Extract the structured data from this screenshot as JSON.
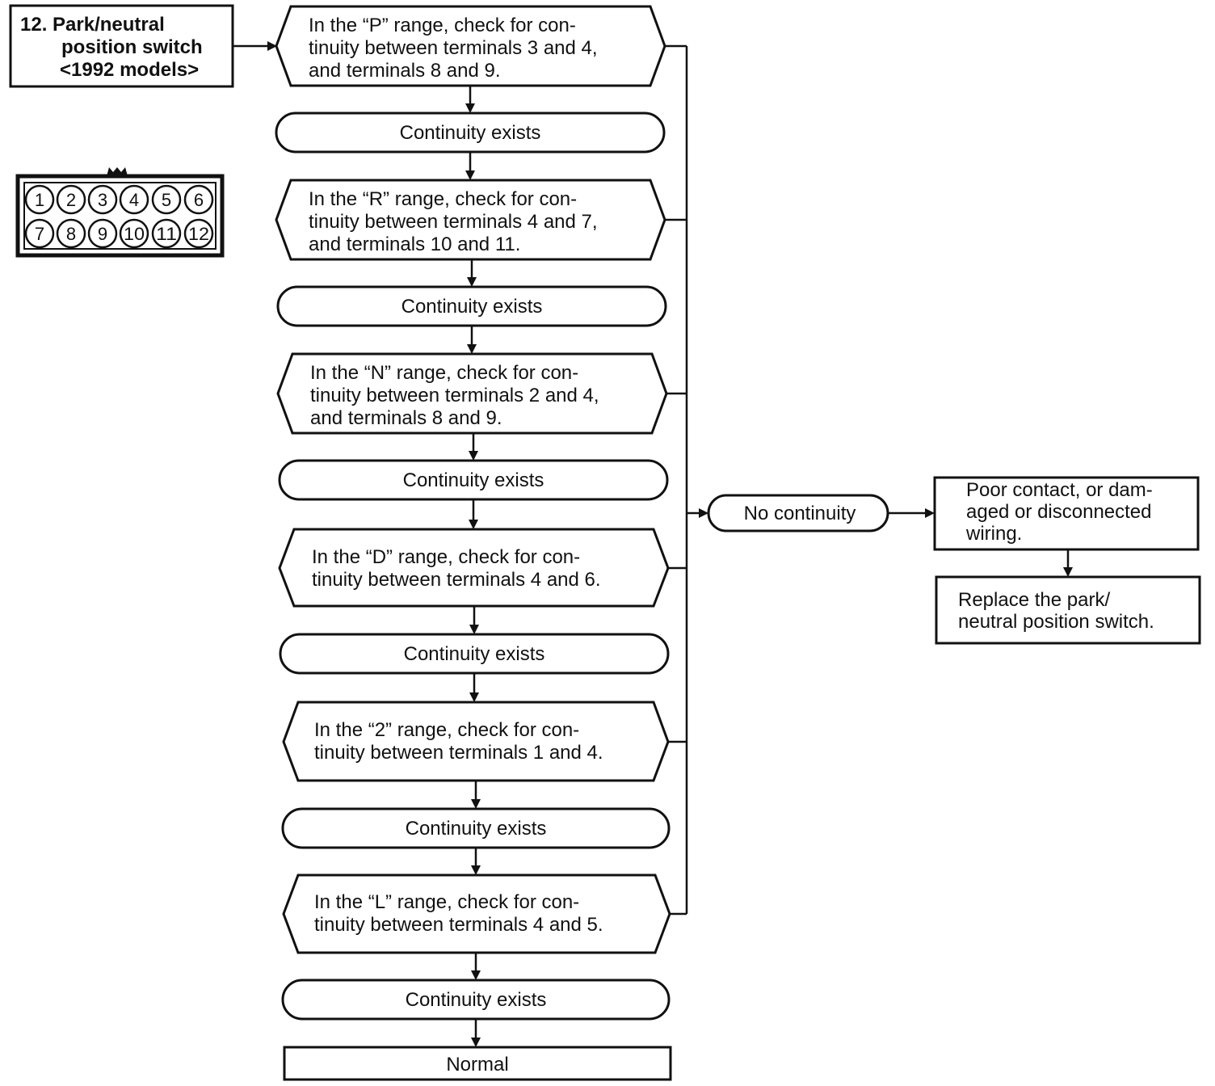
{
  "title": {
    "lines": [
      "12. Park/neutral",
      "position switch",
      "<1992 models>"
    ]
  },
  "connector": {
    "terminals": [
      "1",
      "2",
      "3",
      "4",
      "5",
      "6",
      "7",
      "8",
      "9",
      "10",
      "11",
      "12"
    ]
  },
  "steps": [
    {
      "check": [
        "In the “P” range, check for con-",
        "tinuity between terminals 3 and 4,",
        "and terminals 8 and 9."
      ],
      "result": "Continuity exists"
    },
    {
      "check": [
        "In the “R” range, check for con-",
        "tinuity between terminals 4 and 7,",
        "and terminals 10 and 11."
      ],
      "result": "Continuity exists"
    },
    {
      "check": [
        "In the “N” range, check for con-",
        "tinuity between terminals 2 and 4,",
        "and terminals 8 and 9."
      ],
      "result": "Continuity exists"
    },
    {
      "check": [
        "In the “D” range, check for con-",
        "tinuity between terminals 4 and 6."
      ],
      "result": "Continuity exists"
    },
    {
      "check": [
        "In the “2” range, check for con-",
        "tinuity between terminals 1 and 4."
      ],
      "result": "Continuity exists"
    },
    {
      "check": [
        "In the “L” range, check for con-",
        "tinuity between terminals 4 and 5."
      ],
      "result": "Continuity exists"
    }
  ],
  "final": "Normal",
  "failure": {
    "label": "No continuity",
    "cause": [
      "Poor contact, or dam-",
      "aged or disconnected",
      "wiring."
    ],
    "action": [
      "Replace the park/",
      "neutral position switch."
    ]
  }
}
